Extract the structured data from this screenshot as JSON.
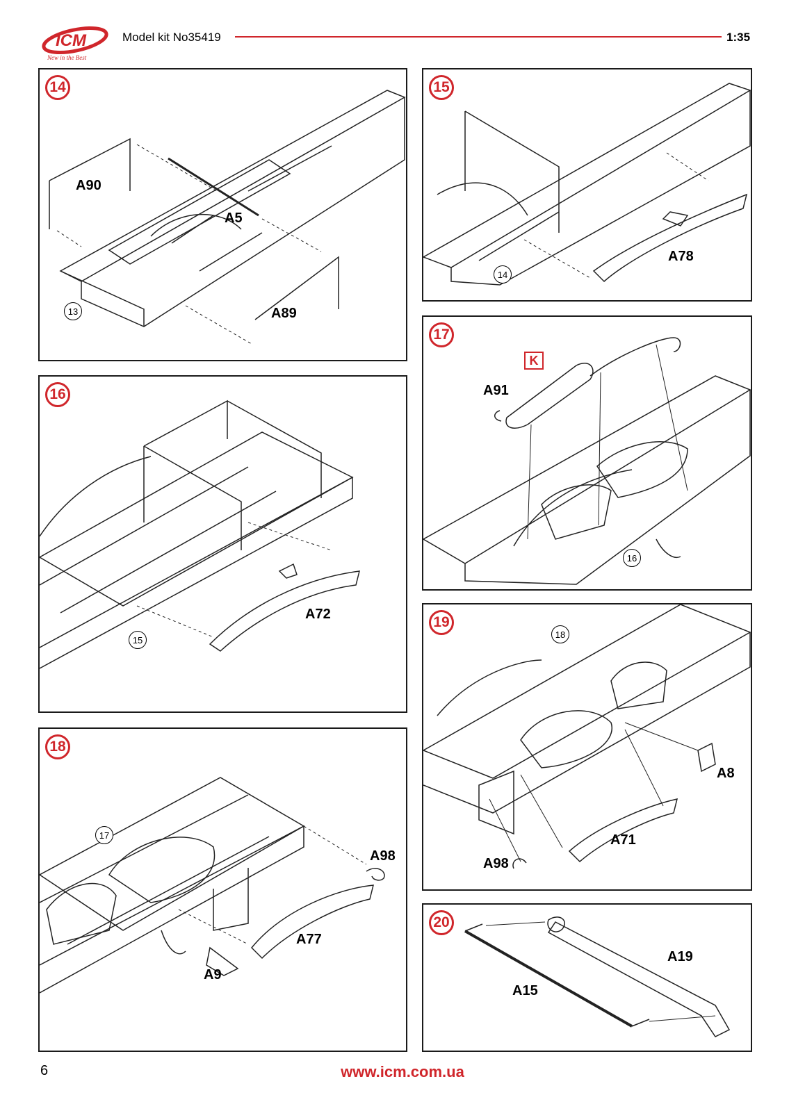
{
  "header": {
    "brand": "ICM",
    "tagline": "New in the Best",
    "kit_title": "Model kit No35419",
    "scale": "1:35"
  },
  "colors": {
    "accent": "#d0262b",
    "line": "#1a1a1a"
  },
  "steps": [
    {
      "number": "14",
      "parts": [
        "A90",
        "A5",
        "A89"
      ],
      "refs": [
        "13"
      ]
    },
    {
      "number": "15",
      "parts": [
        "A78"
      ],
      "refs": [
        "14"
      ]
    },
    {
      "number": "16",
      "parts": [
        "A72"
      ],
      "refs": [
        "15"
      ]
    },
    {
      "number": "17",
      "parts": [
        "A91"
      ],
      "refs": [
        "16"
      ],
      "marker": "K"
    },
    {
      "number": "18",
      "parts": [
        "A98",
        "A77",
        "A9"
      ],
      "refs": [
        "17"
      ]
    },
    {
      "number": "19",
      "parts": [
        "A8",
        "A71",
        "A98"
      ],
      "refs": [
        "18"
      ]
    },
    {
      "number": "20",
      "parts": [
        "A19",
        "A15"
      ],
      "refs": []
    }
  ],
  "footer": {
    "page_number": "6",
    "url": "www.icm.com.ua"
  }
}
